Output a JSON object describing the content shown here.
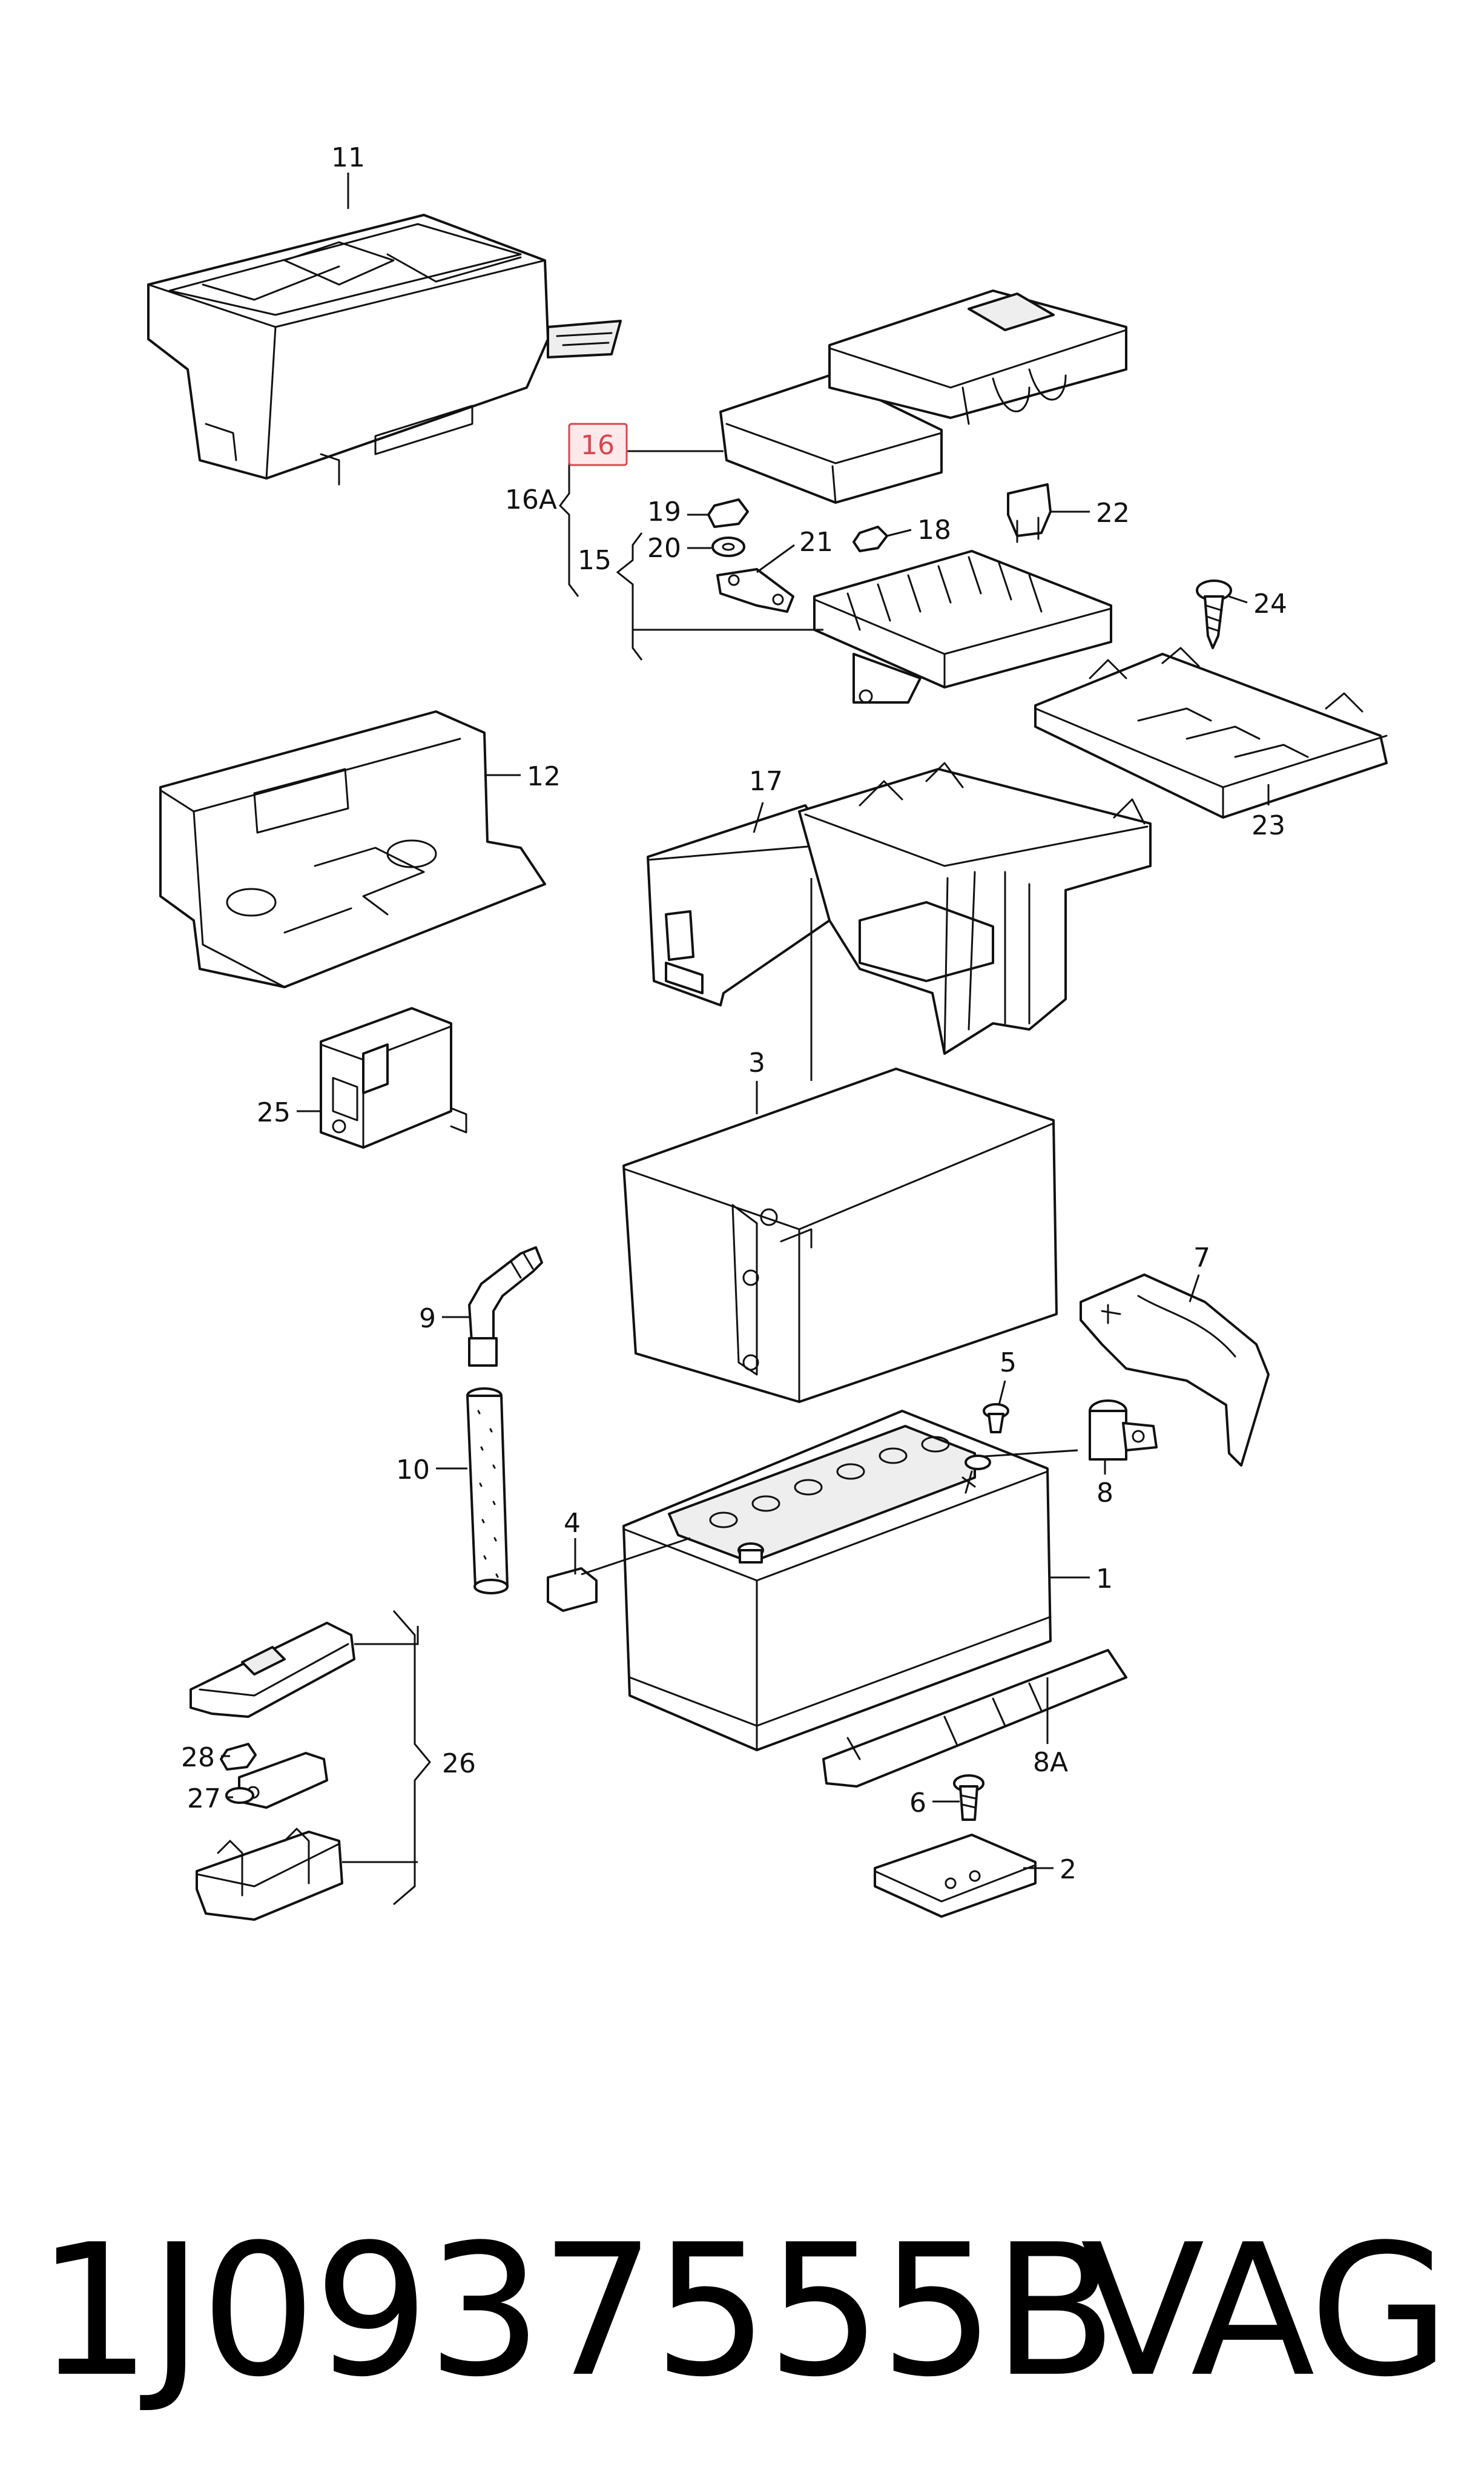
{
  "diagram": {
    "callouts": {
      "c1": "1",
      "c2": "2",
      "c3": "3",
      "c4": "4",
      "c5": "5",
      "c6": "6",
      "c7": "7",
      "c8": "8",
      "c8a": "8A",
      "c9": "9",
      "c10": "10",
      "c11": "11",
      "c12": "12",
      "c15": "15",
      "c16": "16",
      "c16a": "16A",
      "c17": "17",
      "c18": "18",
      "c19": "19",
      "c20": "20",
      "c21": "21",
      "c22": "22",
      "c23": "23",
      "c24": "24",
      "c25": "25",
      "c26": "26",
      "c27": "27",
      "c28": "28"
    },
    "highlighted_callout": "16",
    "highlight_color": "#d9454f"
  },
  "footer": {
    "part_number": "1J0937555B",
    "brand": "VAG"
  }
}
